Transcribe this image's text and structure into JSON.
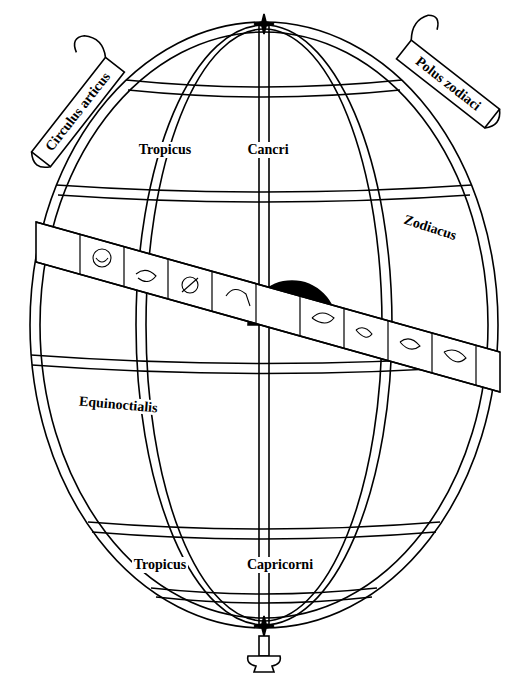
{
  "diagram": {
    "labels": [
      "Circulus articus",
      "Polus zodiaci",
      "Tropicus",
      "Cancri",
      "Zodiacus",
      "Equinoctialis",
      "Tropicus",
      "Capricorni"
    ]
  }
}
